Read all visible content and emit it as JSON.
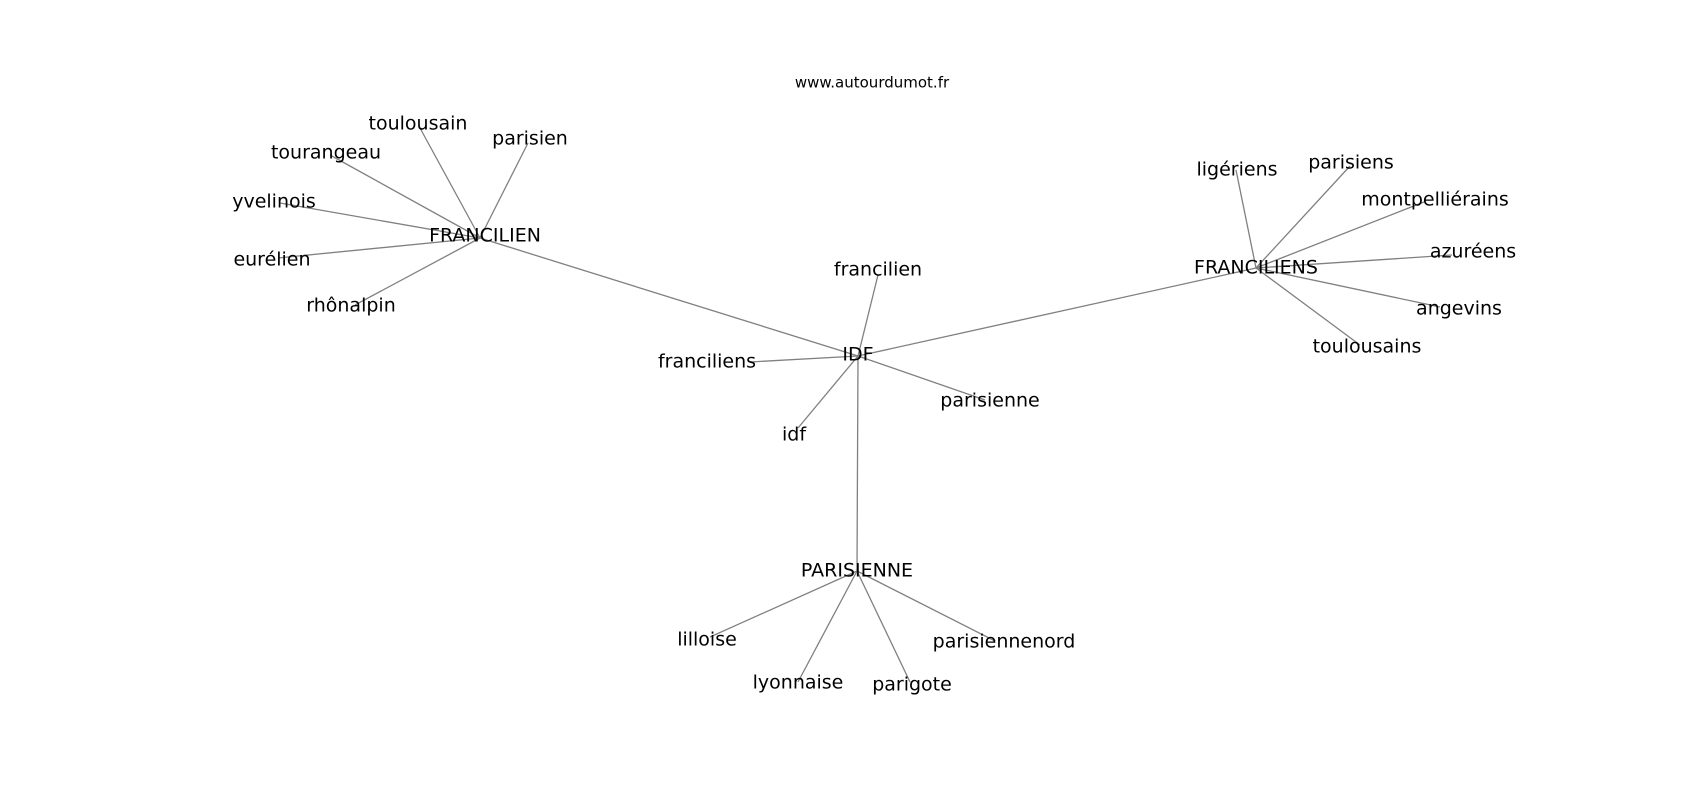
{
  "site": "www.autourdumot.fr",
  "center": "IDF",
  "nodes": [
    "IDF",
    "FRANCILIEN",
    "FRANCILIENS",
    "PARISIENNE",
    "francilien",
    "franciliens",
    "parisienne",
    "idf",
    "toulousain",
    "parisien",
    "tourangeau",
    "yvelinois",
    "eurélien",
    "rhônalpin",
    "ligériens",
    "parisiens",
    "montpelliérains",
    "azuréens",
    "angevins",
    "toulousains",
    "lilloise",
    "lyonnaise",
    "parigote",
    "parisiennenord"
  ],
  "edges": [
    [
      "IDF",
      "FRANCILIEN"
    ],
    [
      "IDF",
      "FRANCILIENS"
    ],
    [
      "IDF",
      "PARISIENNE"
    ],
    [
      "IDF",
      "francilien"
    ],
    [
      "IDF",
      "franciliens"
    ],
    [
      "IDF",
      "parisienne"
    ],
    [
      "IDF",
      "idf"
    ],
    [
      "FRANCILIEN",
      "toulousain"
    ],
    [
      "FRANCILIEN",
      "parisien"
    ],
    [
      "FRANCILIEN",
      "tourangeau"
    ],
    [
      "FRANCILIEN",
      "yvelinois"
    ],
    [
      "FRANCILIEN",
      "eurélien"
    ],
    [
      "FRANCILIEN",
      "rhônalpin"
    ],
    [
      "FRANCILIENS",
      "ligériens"
    ],
    [
      "FRANCILIENS",
      "parisiens"
    ],
    [
      "FRANCILIENS",
      "montpelliérains"
    ],
    [
      "FRANCILIENS",
      "azuréens"
    ],
    [
      "FRANCILIENS",
      "angevins"
    ],
    [
      "FRANCILIENS",
      "toulousains"
    ],
    [
      "PARISIENNE",
      "lilloise"
    ],
    [
      "PARISIENNE",
      "lyonnaise"
    ],
    [
      "PARISIENNE",
      "parigote"
    ],
    [
      "PARISIENNE",
      "parisiennenord"
    ]
  ],
  "colors": {
    "edge": "#808080",
    "label": "#000000",
    "background": "#ffffff"
  }
}
